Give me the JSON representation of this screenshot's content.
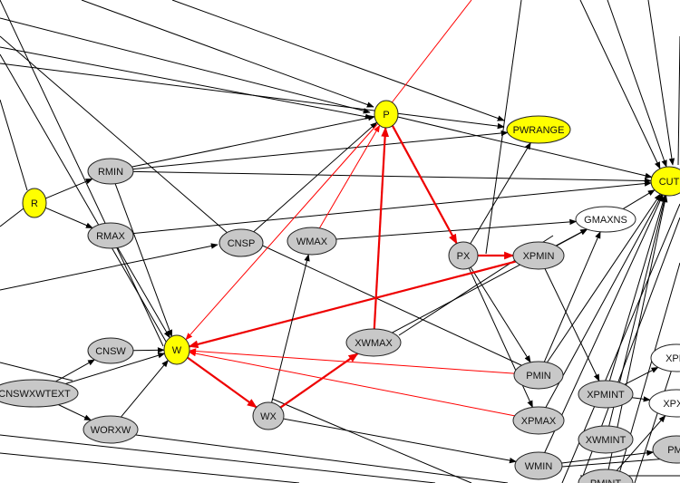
{
  "colors": {
    "highlight": "#ffff00",
    "normal": "#c8c8c8",
    "plain": "#ffffff",
    "edge": "#000000",
    "edge_highlight": "#ff0000"
  },
  "nodes": [
    {
      "id": "R",
      "label": "R",
      "style": "highlight"
    },
    {
      "id": "RMIN",
      "label": "RMIN",
      "style": "normal"
    },
    {
      "id": "RMAX",
      "label": "RMAX",
      "style": "normal"
    },
    {
      "id": "CNSP",
      "label": "CNSP",
      "style": "normal"
    },
    {
      "id": "WMAX",
      "label": "WMAX",
      "style": "normal"
    },
    {
      "id": "P",
      "label": "P",
      "style": "highlight"
    },
    {
      "id": "PWRANGE",
      "label": "PWRANGE",
      "style": "highlight"
    },
    {
      "id": "CUT",
      "label": "CUT",
      "style": "highlight"
    },
    {
      "id": "GMAXNS",
      "label": "GMAXNS",
      "style": "plain"
    },
    {
      "id": "PX",
      "label": "PX",
      "style": "normal"
    },
    {
      "id": "XPMIN",
      "label": "XPMIN",
      "style": "normal"
    },
    {
      "id": "CNSW",
      "label": "CNSW",
      "style": "normal"
    },
    {
      "id": "W",
      "label": "W",
      "style": "highlight"
    },
    {
      "id": "XWMAX",
      "label": "XWMAX",
      "style": "normal"
    },
    {
      "id": "CNSWXWTEXT",
      "label": "CNSWXWTEXT",
      "style": "normal"
    },
    {
      "id": "WORXW",
      "label": "WORXW",
      "style": "normal"
    },
    {
      "id": "WX",
      "label": "WX",
      "style": "normal"
    },
    {
      "id": "PMIN",
      "label": "PMIN",
      "style": "normal"
    },
    {
      "id": "XPMAX",
      "label": "XPMAX",
      "style": "normal"
    },
    {
      "id": "XPMINT",
      "label": "XPMINT",
      "style": "normal"
    },
    {
      "id": "XWMINT",
      "label": "XWMINT",
      "style": "normal"
    },
    {
      "id": "WMIN",
      "label": "WMIN",
      "style": "normal"
    },
    {
      "id": "XPM",
      "label": "XPM",
      "style": "plain"
    },
    {
      "id": "XPXV",
      "label": "XPXV",
      "style": "plain"
    },
    {
      "id": "PMI",
      "label": "PMI",
      "style": "normal"
    },
    {
      "id": "PMINT",
      "label": "PMINT",
      "style": "normal"
    }
  ],
  "edges": [
    {
      "from": "R",
      "to": "RMIN",
      "style": "black"
    },
    {
      "from": "R",
      "to": "RMAX",
      "style": "black"
    },
    {
      "from": "RMIN",
      "to": "P",
      "style": "black"
    },
    {
      "from": "RMIN",
      "to": "PWRANGE",
      "style": "black"
    },
    {
      "from": "RMIN",
      "to": "CUT",
      "style": "black"
    },
    {
      "from": "RMIN",
      "to": "W",
      "style": "black"
    },
    {
      "from": "RMAX",
      "to": "W",
      "style": "black"
    },
    {
      "from": "RMAX",
      "to": "CUT",
      "style": "black"
    },
    {
      "from": "CNSP",
      "to": "P",
      "style": "black"
    },
    {
      "from": "WMAX",
      "to": "P",
      "style": "red-thin"
    },
    {
      "from": "WMAX",
      "to": "GMAXNS",
      "style": "black"
    },
    {
      "from": "P",
      "to": "PX",
      "style": "red-thick"
    },
    {
      "from": "P",
      "to": "CUT",
      "style": "black"
    },
    {
      "from": "P",
      "to": "W",
      "style": "red-thin"
    },
    {
      "from": "PX",
      "to": "XPMIN",
      "style": "red-thick"
    },
    {
      "from": "PX",
      "to": "PWRANGE",
      "style": "black"
    },
    {
      "from": "PX",
      "to": "PMIN",
      "style": "black"
    },
    {
      "from": "PX",
      "to": "XPMAX",
      "style": "black"
    },
    {
      "from": "XPMIN",
      "to": "W",
      "style": "red-thick"
    },
    {
      "from": "XPMIN",
      "to": "GMAXNS",
      "style": "black"
    },
    {
      "from": "XPMIN",
      "to": "XPMINT",
      "style": "black"
    },
    {
      "from": "CNSW",
      "to": "W",
      "style": "black"
    },
    {
      "from": "CNSWXWTEXT",
      "to": "CNSW",
      "style": "black"
    },
    {
      "from": "CNSWXWTEXT",
      "to": "W",
      "style": "black"
    },
    {
      "from": "CNSWXWTEXT",
      "to": "WORXW",
      "style": "black"
    },
    {
      "from": "WORXW",
      "to": "W",
      "style": "black"
    },
    {
      "from": "W",
      "to": "WX",
      "style": "red-thick"
    },
    {
      "from": "WX",
      "to": "XWMAX",
      "style": "red-thick"
    },
    {
      "from": "WX",
      "to": "WMAX",
      "style": "black"
    },
    {
      "from": "WX",
      "to": "WMIN",
      "style": "black"
    },
    {
      "from": "XWMAX",
      "to": "P",
      "style": "red-thick"
    },
    {
      "from": "XWMAX",
      "to": "GMAXNS",
      "style": "black"
    },
    {
      "from": "PMIN",
      "to": "W",
      "style": "red-thin"
    },
    {
      "from": "PMIN",
      "to": "GMAXNS",
      "style": "black"
    },
    {
      "from": "XPMAX",
      "to": "W",
      "style": "red-thin"
    },
    {
      "from": "XPMINT",
      "to": "XPM",
      "style": "black"
    },
    {
      "from": "XPMINT",
      "to": "XPXV",
      "style": "black"
    },
    {
      "from": "XPMINT",
      "to": "CUT",
      "style": "black"
    },
    {
      "from": "XWMINT",
      "to": "CUT",
      "style": "black"
    },
    {
      "from": "WMIN",
      "to": "CUT",
      "style": "black"
    },
    {
      "from": "WMIN",
      "to": "PMI",
      "style": "black"
    },
    {
      "from": "PMIN",
      "to": "CUT",
      "style": "black"
    },
    {
      "from": "XPMAX",
      "to": "CUT",
      "style": "black"
    },
    {
      "from": "GMAXNS",
      "to": "CUT",
      "style": "black"
    },
    {
      "from": "PMINT",
      "to": "CUT",
      "style": "black"
    },
    {
      "from": "PMINT",
      "to": "XPXV",
      "style": "black"
    }
  ]
}
